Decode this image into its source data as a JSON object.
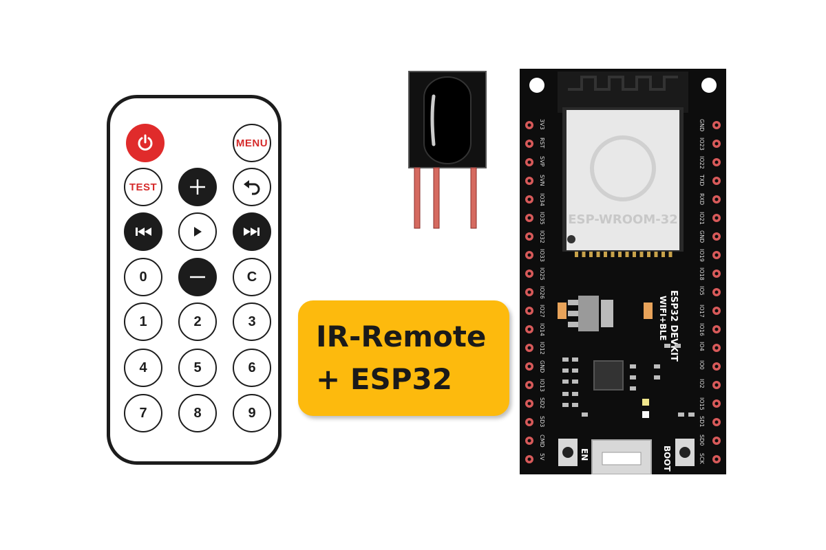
{
  "remote": {
    "buttons": {
      "menu": "MENU",
      "test": "TEST",
      "zero": "0",
      "clear": "C",
      "one": "1",
      "two": "2",
      "three": "3",
      "four": "4",
      "five": "5",
      "six": "6",
      "seven": "7",
      "eight": "8",
      "nine": "9"
    }
  },
  "label": {
    "line1": "IR-Remote",
    "line2": "+ ESP32"
  },
  "board": {
    "module_name": "ESP-WROOM-32",
    "title": "ESP32 DEVKIT",
    "subtitle": "WIFI+BLE",
    "button_en": "EN",
    "button_boot": "BOOT",
    "left_pins": [
      "3V3",
      "RST",
      "SVP",
      "SVN",
      "IO34",
      "IO35",
      "IO32",
      "IO33",
      "IO25",
      "IO26",
      "IO27",
      "IO14",
      "IO12",
      "GND",
      "IO13",
      "SD2",
      "SD3",
      "CMD",
      "5V"
    ],
    "right_pins": [
      "GND",
      "IO23",
      "IO22",
      "TXD",
      "RXD",
      "IO21",
      "GND",
      "IO19",
      "IO18",
      "IO5",
      "IO17",
      "IO16",
      "IO4",
      "IO0",
      "IO2",
      "IO15",
      "SD1",
      "SD0",
      "SCK"
    ]
  },
  "colors": {
    "remote_power": "#e02b2b",
    "label_bg": "#fdba0d",
    "board_bg": "#0d0d0d",
    "pin_pad": "#d85a5a",
    "sensor_leg": "#d56a60"
  }
}
